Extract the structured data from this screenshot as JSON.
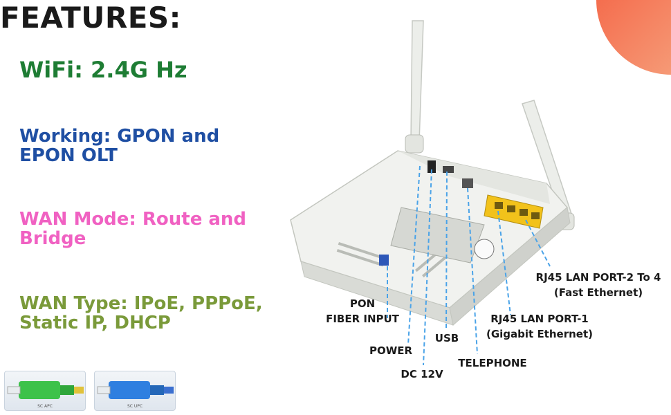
{
  "heading": "FEATURES:",
  "features": {
    "wifi": "WiFi: 2.4G Hz",
    "working_line1": "Working: GPON and",
    "working_line2": "EPON OLT",
    "wan_mode_line1": "WAN Mode: Route and",
    "wan_mode_line2": "Bridge",
    "wan_type_line1": "WAN Type: IPoE, PPPoE,",
    "wan_type_line2": "Static IP, DHCP"
  },
  "callouts": {
    "rj45_2_4_line1": "RJ45 LAN PORT-2 To 4",
    "rj45_2_4_line2": "(Fast Ethernet)",
    "pon_line1": "PON",
    "pon_line2": "FIBER INPUT",
    "rj45_1_line1": "RJ45 LAN PORT-1",
    "rj45_1_line2": "(Gigabit Ethernet)",
    "usb": "USB",
    "power": "POWER",
    "telephone": "TELEPHONE",
    "dc": "DC 12V"
  },
  "connectors": {
    "apc": "SC APC",
    "upc": "SC UPC"
  },
  "colors": {
    "wifi": "#1e7d34",
    "working": "#1f4fa3",
    "wan_mode": "#f061c2",
    "wan_type": "#7a9a3a",
    "leader_line": "#4aa3e8",
    "lan_ports": "#f2c21b",
    "accent_circle": "#f0683a"
  }
}
